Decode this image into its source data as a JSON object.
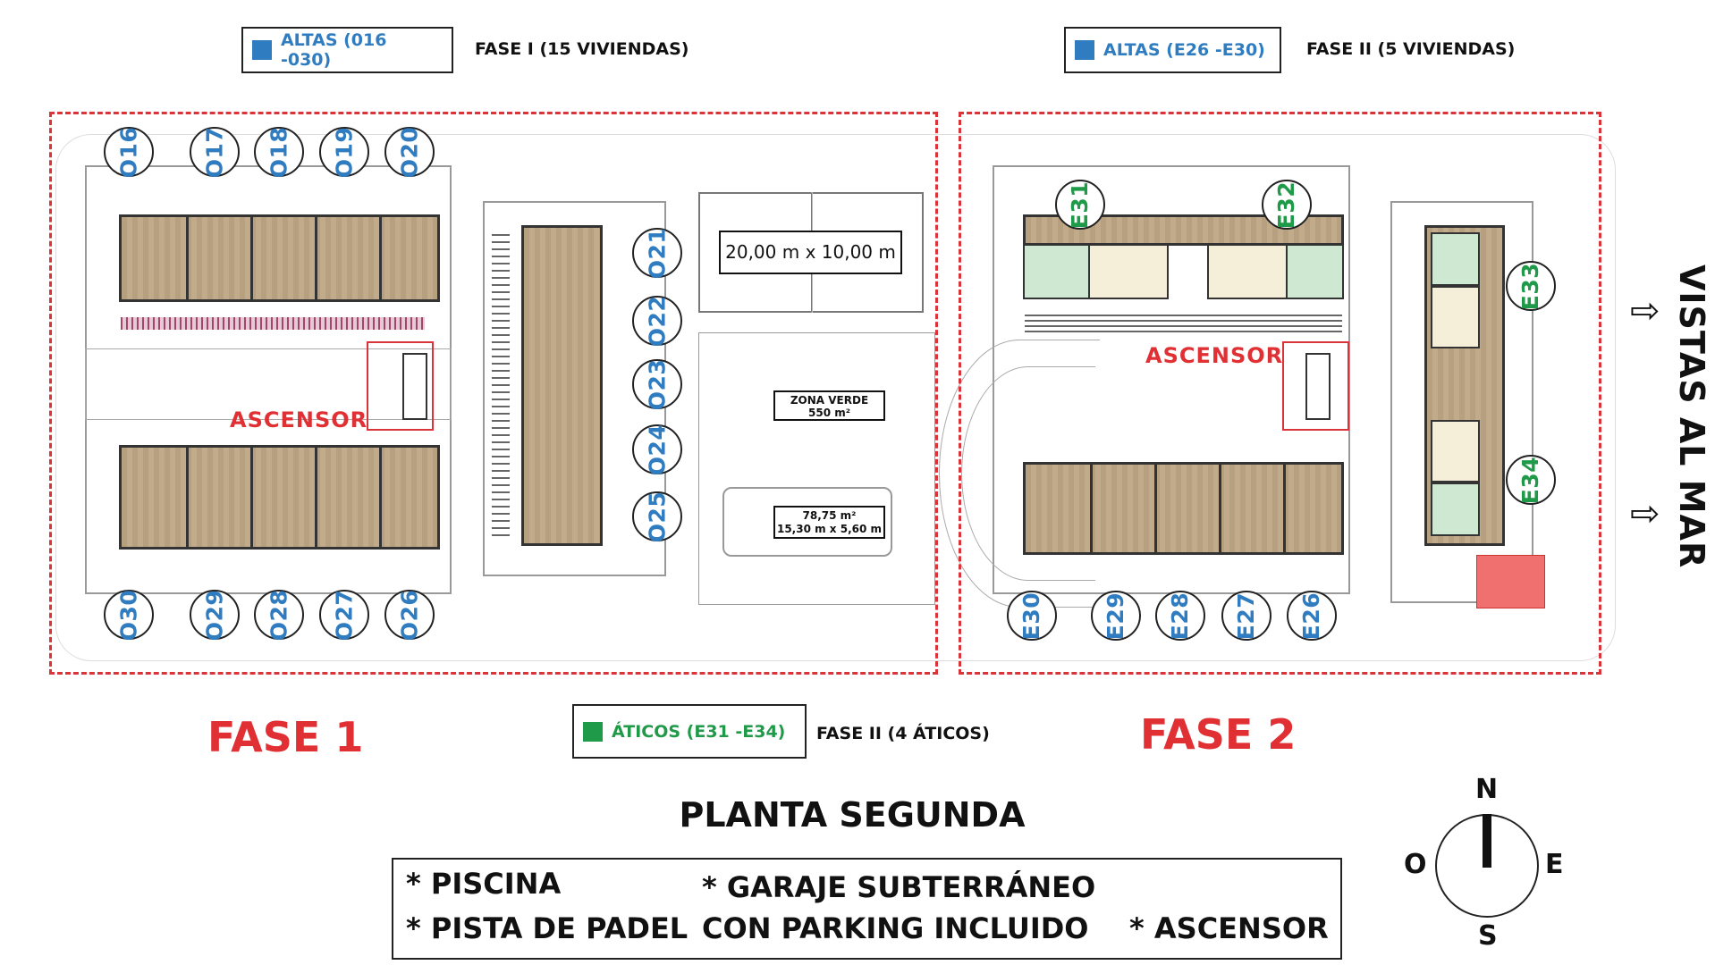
{
  "legend": {
    "altas_fase1": {
      "label": "ALTAS (016 -030)",
      "note": "FASE I (15 VIVIENDAS)",
      "color": "#2f7cc0"
    },
    "altas_fase2": {
      "label": "ALTAS (E26 -E30)",
      "note": "FASE II (5 VIVIENDAS)",
      "color": "#2f7cc0"
    },
    "aticos": {
      "label": "ÁTICOS (E31 -E34)",
      "note": "FASE II (4 ÁTICOS)",
      "color": "#1f9a48"
    }
  },
  "phases": {
    "fase1": "FASE 1",
    "fase2": "FASE 2",
    "color": "#e03034"
  },
  "units_fase1": {
    "top": [
      "O16",
      "O17",
      "O18",
      "O19",
      "O20"
    ],
    "side": [
      "O21",
      "O22",
      "O23",
      "O24",
      "O25"
    ],
    "bottom": [
      "O30",
      "O29",
      "O28",
      "O27",
      "O26"
    ]
  },
  "units_fase2": {
    "aticos": [
      "E31",
      "E32",
      "E33",
      "E34"
    ],
    "bottom": [
      "E30",
      "E29",
      "E28",
      "E27",
      "E26"
    ]
  },
  "labels": {
    "padel": "20,00 m x 10,00 m",
    "zona_verde_title": "ZONA VERDE",
    "zona_verde_area": "550 m²",
    "pool_area": "78,75 m²",
    "pool_dims": "15,30 m x 5,60 m",
    "ascensor": "ASCENSOR"
  },
  "views": "VISTAS AL MAR",
  "title": "PLANTA SEGUNDA",
  "amenities": {
    "piscina": "* PISCINA",
    "padel": "* PISTA DE PADEL",
    "garaje_1": "* GARAJE SUBTERRÁNEO",
    "garaje_2": "CON PARKING INCLUIDO",
    "ascensor": "* ASCENSOR"
  },
  "compass": {
    "n": "N",
    "s": "S",
    "e": "E",
    "o": "O"
  }
}
